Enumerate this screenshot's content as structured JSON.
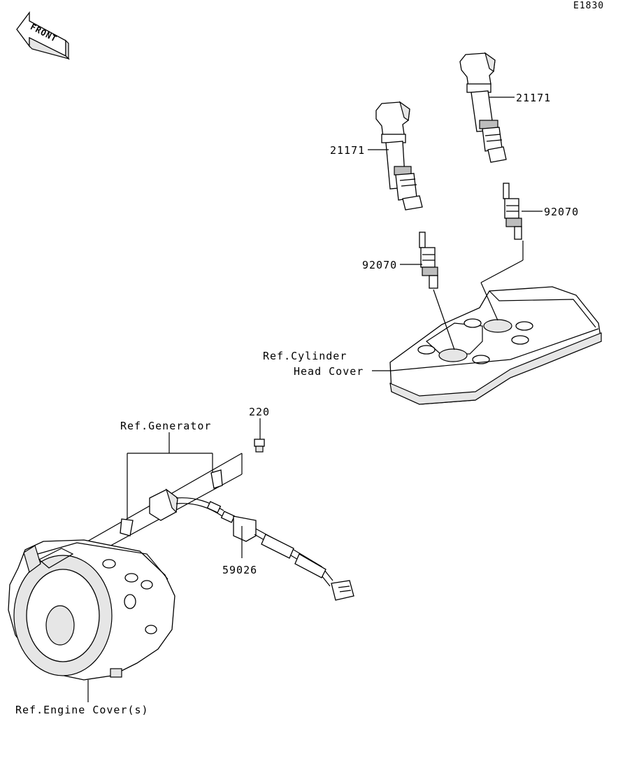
{
  "diagram_code": "E1830",
  "front_arrow_label": "FRONT",
  "labels": {
    "coil_right": "21171",
    "coil_left": "21171",
    "plug_right": "92070",
    "plug_left": "92070",
    "cylinder_head_line1": "Ref.Cylinder",
    "cylinder_head_line2": "Head Cover",
    "bolt": "220",
    "generator": "Ref.Generator",
    "sensor": "59026",
    "engine_cover": "Ref.Engine Cover(s)"
  }
}
